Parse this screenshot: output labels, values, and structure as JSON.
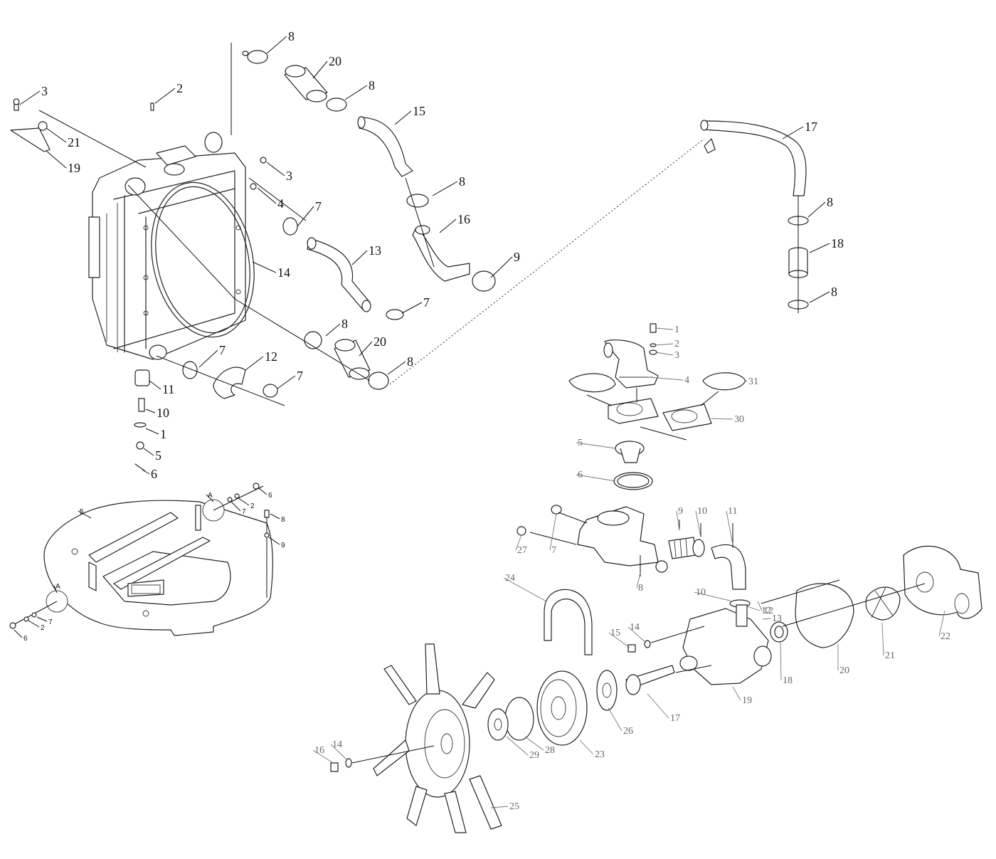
{
  "radiator_group": {
    "callouts": [
      "8",
      "20",
      "8",
      "15",
      "2",
      "3",
      "21",
      "19",
      "3",
      "4",
      "7",
      "16",
      "8",
      "9",
      "13",
      "14",
      "7",
      "8",
      "20",
      "7",
      "12",
      "7",
      "8",
      "11",
      "10",
      "1",
      "5",
      "6"
    ]
  },
  "coolant_pipe_group": {
    "callouts": [
      "17",
      "8",
      "18",
      "8"
    ]
  },
  "mount_plate_group": {
    "callouts": [
      "5",
      "A",
      "6",
      "2",
      "7",
      "8",
      "9",
      "A",
      "7",
      "2",
      "6"
    ]
  },
  "water_pump_group": {
    "callouts": [
      "1",
      "2",
      "3",
      "4",
      "31",
      "30",
      "5",
      "6",
      "9",
      "10",
      "11",
      "27",
      "7",
      "8",
      "24",
      "10",
      "12",
      "13",
      "12",
      "15",
      "14",
      "18",
      "20",
      "21",
      "22",
      "19",
      "17",
      "26",
      "23",
      "28",
      "29",
      "16",
      "14",
      "25"
    ]
  }
}
